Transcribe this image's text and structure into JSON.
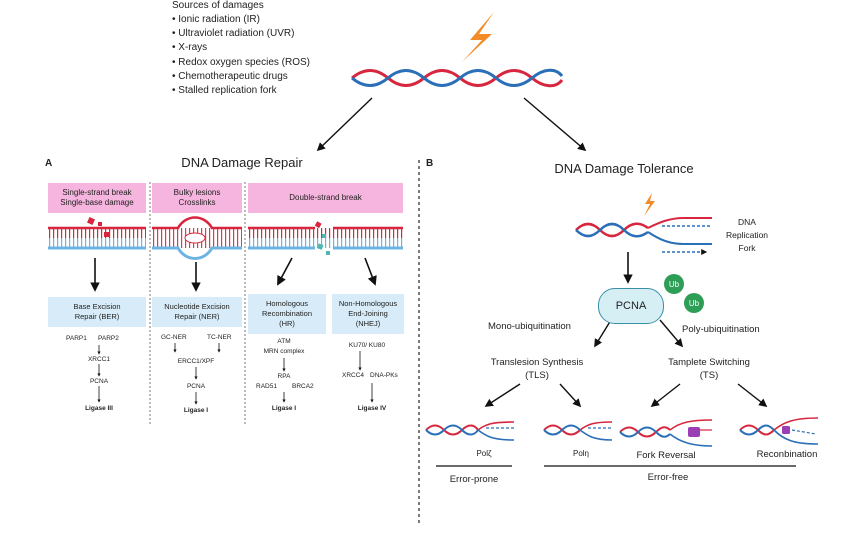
{
  "sources": {
    "title": "Sources of damages",
    "items": [
      "Ionic radiation (IR)",
      "Ultraviolet radiation (UVR)",
      "X-rays",
      "Redox oxygen species (ROS)",
      "Chemotherapeutic drugs",
      "Stalled replication fork"
    ]
  },
  "repair": {
    "panel_letter": "A",
    "title": "DNA Damage Repair",
    "col1": {
      "damage_line1": "Single-strand break",
      "damage_line2": "Single-base damage",
      "pathway_line1": "Base Excision",
      "pathway_line2": "Repair (BER)",
      "f1": "PARP1",
      "f2": "PARP2",
      "f3": "XRCC1",
      "f4": "PCNA",
      "f5": "Ligase III"
    },
    "col2": {
      "damage_line1": "Bulky lesions",
      "damage_line2": "Crosslinks",
      "pathway_line1": "Nucleotide Excision",
      "pathway_line2": "Repair (NER)",
      "f1": "GC-NER",
      "f2": "TC-NER",
      "f3": "ERCC1/XPF",
      "f4": "PCNA",
      "f5": "Ligase I"
    },
    "col3": {
      "damage": "Double-strand break",
      "hr_line1": "Homologous",
      "hr_line2": "Recombination",
      "hr_line3": "(HR)",
      "nhej_line1": "Non-Homologous",
      "nhej_line2": "End-Joining",
      "nhej_line3": "(NHEJ)",
      "hr_f1": "ATM",
      "hr_f2": "MRN complex",
      "hr_f3": "RPA",
      "hr_f4": "RAD51",
      "hr_f5": "BRCA2",
      "hr_f6": "Ligase I",
      "nh_f1": "KU70/ KU80",
      "nh_f2": "XRCC4",
      "nh_f3": "DNA-PKs",
      "nh_f4": "Ligase IV"
    }
  },
  "tolerance": {
    "panel_letter": "B",
    "title": "DNA Damage Tolerance",
    "fork_label_line1": "DNA",
    "fork_label_line2": "Replication",
    "fork_label_line3": "Fork",
    "pcna": "PCNA",
    "ub": "Ub",
    "mono": "Mono-ubiquitination",
    "poly": "Poly-ubiquitination",
    "tls_line1": "Translesion Synthesis",
    "tls_line2": "(TLS)",
    "ts_line1": "Tamplete Switching",
    "ts_line2": "(TS)",
    "pol_zeta": "Polζ",
    "pol_eta": "Polη",
    "fork_reversal": "Fork Reversal",
    "recombination": "Reconbination",
    "error_prone": "Error-prone",
    "error_free": "Error-free"
  },
  "colors": {
    "red": "#d7263d",
    "blue": "#2a6fb8",
    "pink": "#f6b5de",
    "lightblue": "#d7ecf8",
    "green": "#2e9e57",
    "pcna": "#d6eff5",
    "bolt": "#f28c28",
    "purple": "#9b3fb5"
  }
}
